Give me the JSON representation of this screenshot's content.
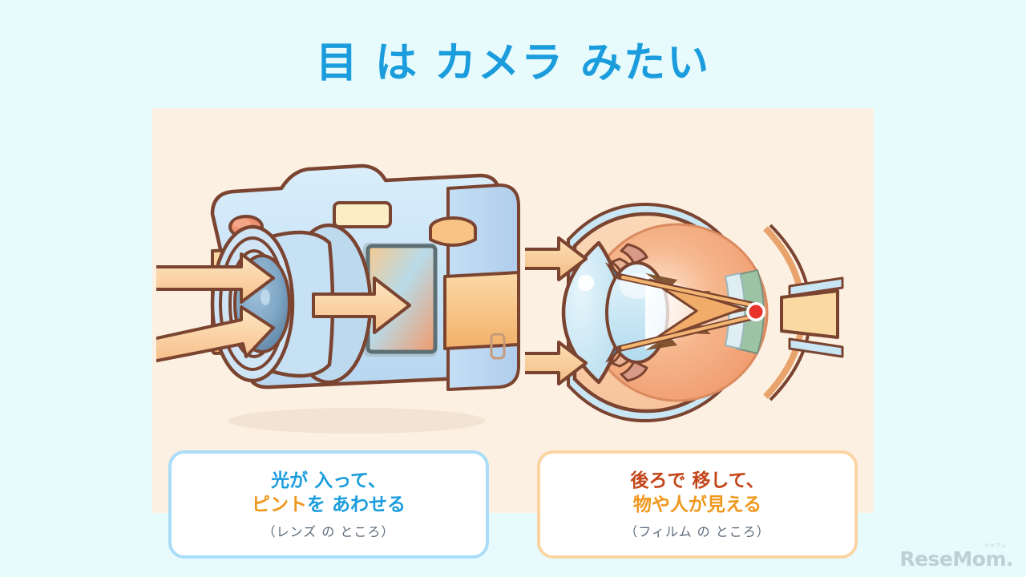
{
  "page": {
    "background_color": "#e7fbfd",
    "panel_color": "#fcf0e2"
  },
  "header": {
    "title": "目 は カメラ みたい",
    "title_color": "#1b9ddd"
  },
  "illustrations": [
    {
      "name": "camera-illustration",
      "subject": "camera cross-section",
      "parts": [
        "body",
        "lens",
        "shutter-button",
        "mode-dial",
        "viewfinder",
        "film-sensor",
        "incoming-light-arrows",
        "focused-light-arrow"
      ],
      "body_color": "#cbe5f7",
      "grip_color": "#f7c486",
      "outline_color": "#7a4430",
      "arrow_color": "#f9d6a8"
    },
    {
      "name": "eye-illustration",
      "subject": "eye cross-section",
      "parts": [
        "cornea",
        "iris",
        "lens",
        "vitreous-body",
        "retina",
        "fovea",
        "optic-nerve",
        "incoming-light-arrows",
        "focused-light-arrow"
      ],
      "interior_color": "#f4a97c",
      "cornea_color": "#bfe2f2",
      "retina_color": "#9cc4a4",
      "fovea_color": "#e8322c",
      "outline_color": "#7a4430"
    }
  ],
  "captions": [
    {
      "id": "camera-caption",
      "border_color": "#a9ddf8",
      "line1": "光が 入って、",
      "line1_color": "#1b9ddd",
      "line2_highlight": "ピント",
      "line2_highlight_color": "#f0981e",
      "line2_rest": "を あわせる",
      "line2_rest_color": "#1b9ddd",
      "sub": "（レンズ の ところ）",
      "sub_color": "#5d6c7c"
    },
    {
      "id": "eye-caption",
      "border_color": "#fbd4a4",
      "line1": "後ろで 移して、",
      "line1_color": "#c4451a",
      "line2": "物や人が見える",
      "line2_color": "#f0981e",
      "sub": "（フィルム の ところ）",
      "sub_color": "#5d6c7c"
    }
  ],
  "watermark": {
    "kana": "リセマム",
    "text": "ReseMom.",
    "color": "#b9cfd3"
  }
}
